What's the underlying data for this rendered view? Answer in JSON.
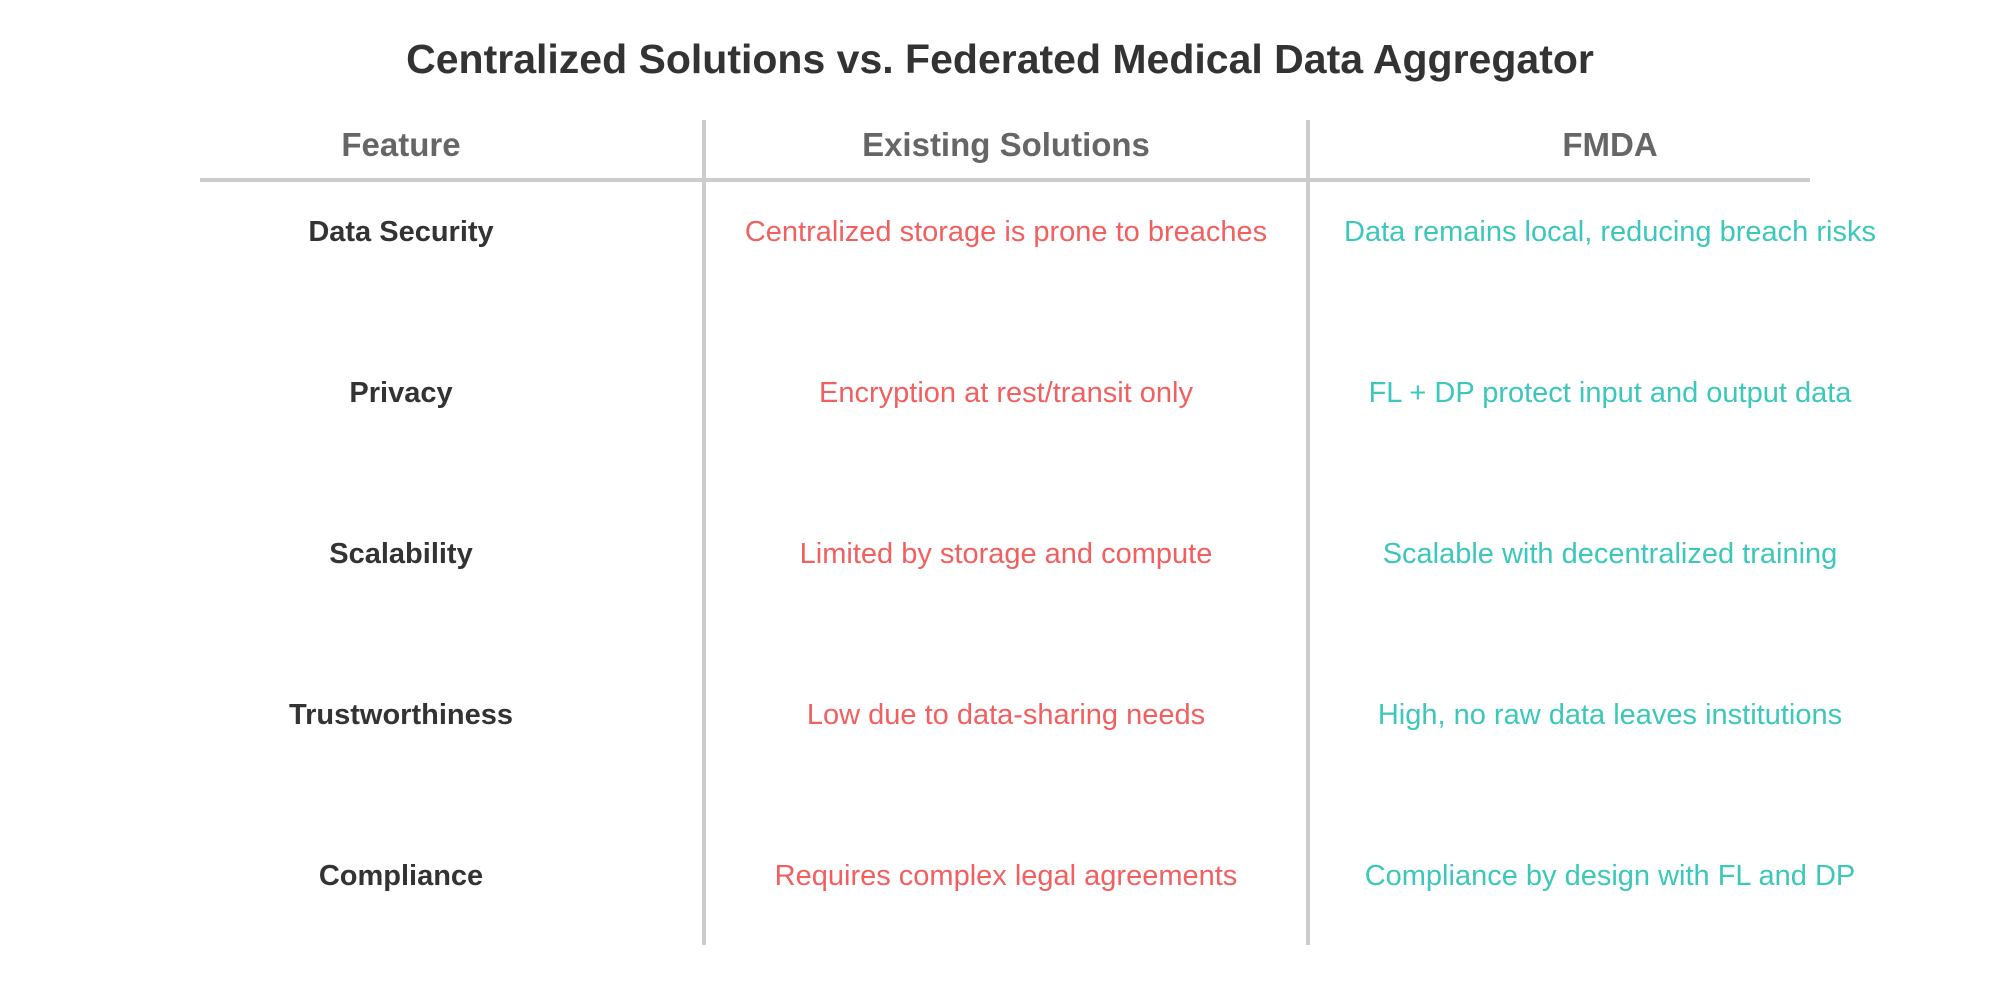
{
  "title": "Centralized Solutions vs. Federated Medical Data Aggregator",
  "colors": {
    "title": "#333333",
    "header_text": "#666666",
    "feature_text": "#333333",
    "existing_text": "#f25f5f",
    "fmda_text": "#3cc7bb",
    "rules": "#cccccc"
  },
  "table": {
    "headers": [
      "Feature",
      "Existing Solutions",
      "FMDA"
    ],
    "rows": [
      {
        "feature": "Data Security",
        "existing": "Centralized storage is prone to breaches",
        "fmda": "Data remains local, reducing breach risks"
      },
      {
        "feature": "Privacy",
        "existing": "Encryption at rest/transit only",
        "fmda": "FL + DP protect input and output data"
      },
      {
        "feature": "Scalability",
        "existing": "Limited by storage and compute",
        "fmda": "Scalable with decentralized training"
      },
      {
        "feature": "Trustworthiness",
        "existing": "Low due to data-sharing needs",
        "fmda": "High, no raw data leaves institutions"
      },
      {
        "feature": "Compliance",
        "existing": "Requires complex legal agreements",
        "fmda": "Compliance by design with FL and DP"
      }
    ]
  }
}
